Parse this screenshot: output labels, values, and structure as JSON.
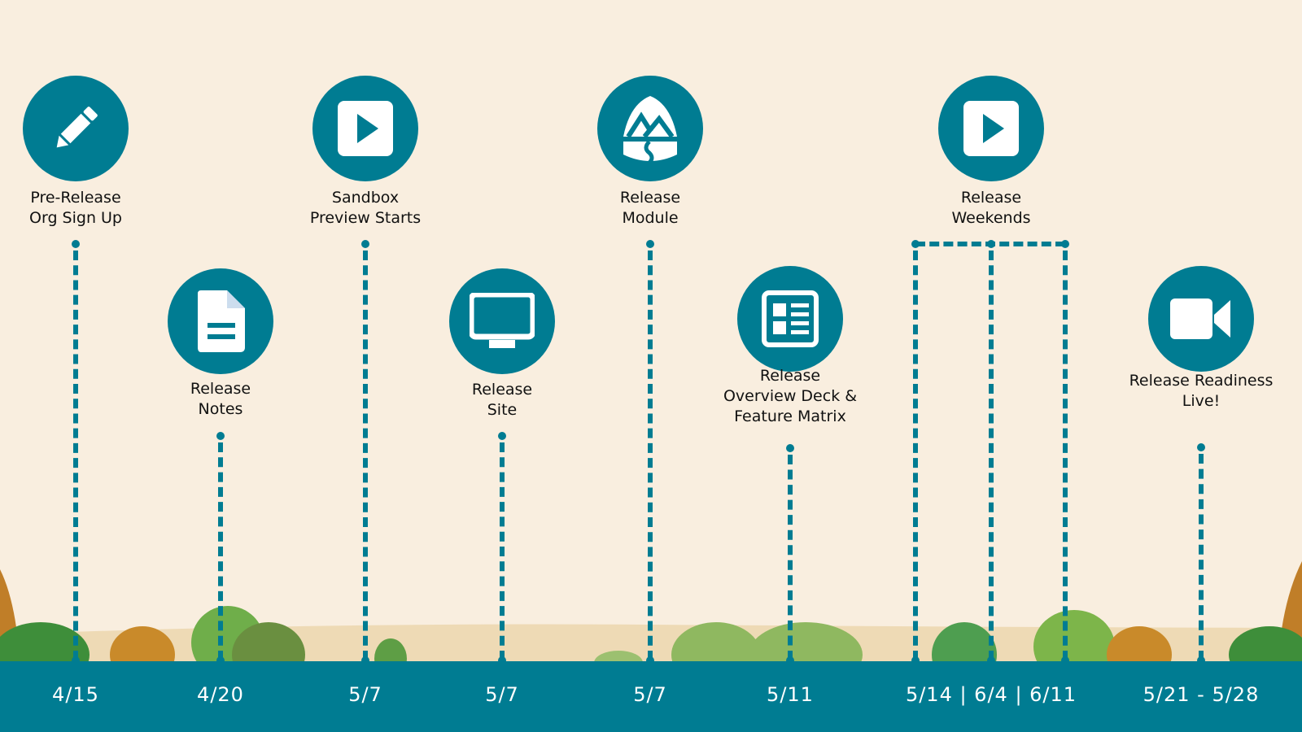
{
  "colors": {
    "accent": "#007C92",
    "background": "#F9EEDF"
  },
  "milestones": [
    {
      "label_lines": [
        "Pre-Release",
        "Org Sign Up"
      ],
      "date": "4/15",
      "icon": "pencil-icon"
    },
    {
      "label_lines": [
        "Release",
        "Notes"
      ],
      "date": "4/20",
      "icon": "document-icon"
    },
    {
      "label_lines": [
        "Sandbox",
        "Preview Starts"
      ],
      "date": "5/7",
      "icon": "play-icon"
    },
    {
      "label_lines": [
        "Release",
        "Site"
      ],
      "date": "5/7",
      "icon": "monitor-icon"
    },
    {
      "label_lines": [
        "Release",
        "Module"
      ],
      "date": "5/7",
      "icon": "trailhead-mountain-icon"
    },
    {
      "label_lines": [
        "Release",
        "Overview Deck &",
        "Feature Matrix"
      ],
      "date": "5/11",
      "icon": "newspaper-icon"
    },
    {
      "label_lines": [
        "Release",
        "Weekends"
      ],
      "date": "5/14 | 6/4 | 6/11",
      "icon": "play-icon"
    },
    {
      "label_lines": [
        "Release Readiness",
        "Live!"
      ],
      "date": "5/21 - 5/28",
      "icon": "video-camera-icon"
    }
  ]
}
